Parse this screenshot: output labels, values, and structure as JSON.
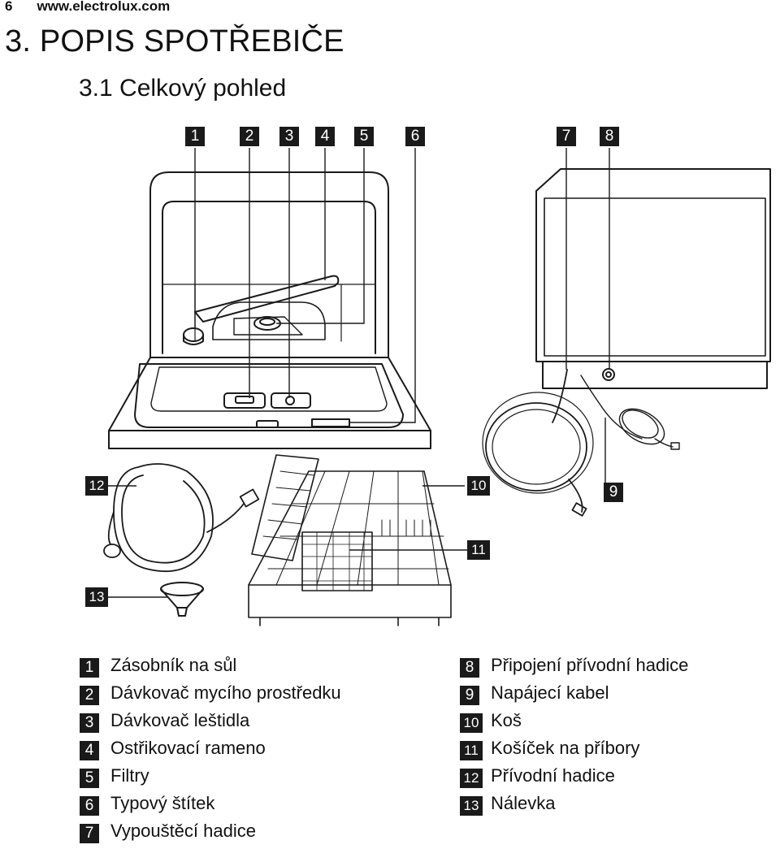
{
  "header": {
    "page_number": "6",
    "url": "www.electrolux.com"
  },
  "title": "3. POPIS SPOTŘEBIČE",
  "subtitle": "3.1 Celkový pohled",
  "callouts": [
    "1",
    "2",
    "3",
    "4",
    "5",
    "6",
    "7",
    "8",
    "9",
    "10",
    "11",
    "12",
    "13"
  ],
  "legend_left": [
    {
      "num": "1",
      "label": "Zásobník na sůl"
    },
    {
      "num": "2",
      "label": "Dávkovač mycího prostředku"
    },
    {
      "num": "3",
      "label": "Dávkovač leštidla"
    },
    {
      "num": "4",
      "label": "Ostřikovací rameno"
    },
    {
      "num": "5",
      "label": "Filtry"
    },
    {
      "num": "6",
      "label": "Typový štítek"
    },
    {
      "num": "7",
      "label": "Vypouštěcí hadice"
    }
  ],
  "legend_right": [
    {
      "num": "8",
      "label": "Připojení přívodní hadice"
    },
    {
      "num": "9",
      "label": "Napájecí kabel"
    },
    {
      "num": "10",
      "label": "Koš"
    },
    {
      "num": "11",
      "label": "Košíček na příbory"
    },
    {
      "num": "12",
      "label": "Přívodní hadice"
    },
    {
      "num": "13",
      "label": "Nálevka"
    }
  ]
}
